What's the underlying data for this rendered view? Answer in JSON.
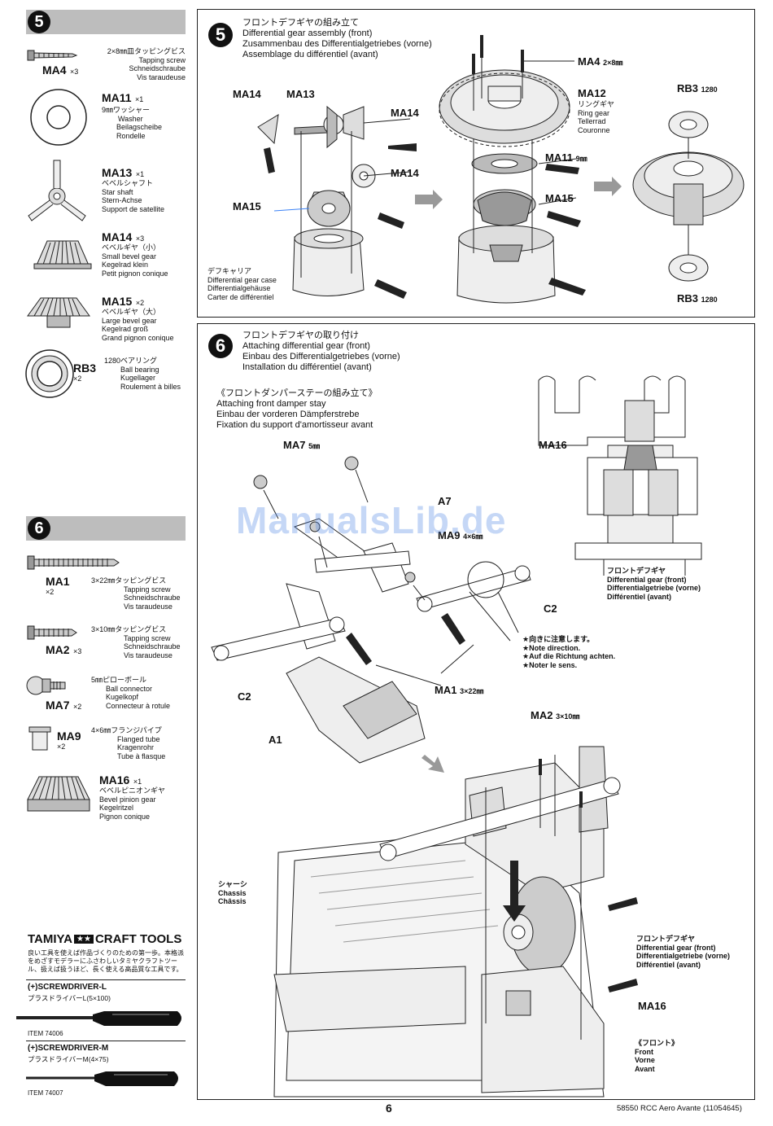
{
  "left_column": {
    "step5": {
      "number": "5",
      "parts": [
        {
          "code": "MA4",
          "qty": "×3",
          "jp": "2×8㎜皿タッピングビス",
          "en": "Tapping screw",
          "de": "Schneidschraube",
          "fr": "Vis taraudeuse"
        },
        {
          "code": "MA11",
          "qty": "×1",
          "jp": "9㎜ワッシャー",
          "en": "Washer",
          "de": "Beilagscheibe",
          "fr": "Rondelle"
        },
        {
          "code": "MA13",
          "qty": "×1",
          "jp": "ベベルシャフト",
          "en": "Star shaft",
          "de": "Stern-Achse",
          "fr": "Support de satellite"
        },
        {
          "code": "MA14",
          "qty": "×3",
          "jp": "ベベルギヤ（小）",
          "en": "Small bevel gear",
          "de": "Kegelrad klein",
          "fr": "Petit pignon conique"
        },
        {
          "code": "MA15",
          "qty": "×2",
          "jp": "ベベルギヤ（大）",
          "en": "Large bevel gear",
          "de": "Kegelrad groß",
          "fr": "Grand pignon conique"
        },
        {
          "code": "RB3",
          "qty": "×2",
          "jp": "1280ベアリング",
          "en": "Ball bearing",
          "de": "Kugellager",
          "fr": "Roulement à billes"
        }
      ]
    },
    "step6": {
      "number": "6",
      "parts": [
        {
          "code": "MA1",
          "qty": "×2",
          "jp": "3×22㎜タッピングビス",
          "en": "Tapping screw",
          "de": "Schneidschraube",
          "fr": "Vis taraudeuse"
        },
        {
          "code": "MA2",
          "qty": "×3",
          "jp": "3×10㎜タッピングビス",
          "en": "Tapping screw",
          "de": "Schneidschraube",
          "fr": "Vis taraudeuse"
        },
        {
          "code": "MA7",
          "qty": "×2",
          "jp": "5㎜ピローボール",
          "en": "Ball connector",
          "de": "Kugelkopf",
          "fr": "Connecteur à rotule"
        },
        {
          "code": "MA9",
          "qty": "×2",
          "jp": "4×6㎜フランジパイプ",
          "en": "Flanged tube",
          "de": "Kragenrohr",
          "fr": "Tube à flasque"
        },
        {
          "code": "MA16",
          "qty": "×1",
          "jp": "ベベルピニオンギヤ",
          "en": "Bevel pinion gear",
          "de": "Kegelritzel",
          "fr": "Pignon conique"
        }
      ]
    },
    "tools": {
      "brand": "TAMIYA",
      "brand_suffix": "CRAFT TOOLS",
      "jp_text_1": "良い工具を使えば作品づくりのための第一歩。本格派",
      "jp_text_2": "をめざすモデラーにふさわしいタミヤクラフトツー",
      "jp_text_3": "ル、扱えば扱うほど、長く使える高品質な工具です。",
      "tool1_name": "(+)SCREWDRIVER-L",
      "tool1_jp": "プラスドライバーL(5×100)",
      "tool1_item": "ITEM 74006",
      "tool2_name": "(+)SCREWDRIVER-M",
      "tool2_jp": "プラスドライバーM(4×75)",
      "tool2_item": "ITEM 74007"
    }
  },
  "step5_panel": {
    "number": "5",
    "title_jp": "フロントデフギヤの組み立て",
    "title_en": "Differential gear assembly (front)",
    "title_de": "Zusammenbau des Differentialgetriebes (vorne)",
    "title_fr": "Assemblage du différentiel (avant)",
    "callouts": {
      "ma14_a": "MA14",
      "ma13": "MA13",
      "ma14_b": "MA14",
      "ma14_c": "MA14",
      "ma15_a": "MA15",
      "ma4": "MA4",
      "ma4_size": "2×8㎜",
      "ma12": "MA12",
      "ma12_jp": "リングギヤ",
      "ma12_en": "Ring gear",
      "ma12_de": "Tellerrad",
      "ma12_fr": "Couronne",
      "ma11": "MA11",
      "ma11_size": "9㎜",
      "ma15_b": "MA15",
      "rb3_top": "RB3",
      "rb3_top_num": "1280",
      "rb3_bottom": "RB3",
      "rb3_bottom_num": "1280"
    },
    "case_label": {
      "jp": "デフキャリア",
      "en": "Differential gear case",
      "de": "Differentialgehäuse",
      "fr": "Carter de différentiel"
    }
  },
  "step6_panel": {
    "number": "6",
    "title_jp": "フロントデフギヤの取り付け",
    "title_en": "Attaching differential gear (front)",
    "title_de": "Einbau des Differentialgetriebes (vorne)",
    "title_fr": "Installation du différentiel (avant)",
    "sub_jp": "《フロントダンパーステーの組み立て》",
    "sub_en": "Attaching front damper stay",
    "sub_de": "Einbau der vorderen Dämpferstrebe",
    "sub_fr": "Fixation du support d'amortisseur avant",
    "callouts": {
      "ma7": "MA7",
      "ma7_size": "5㎜",
      "a7": "A7",
      "ma9": "MA9",
      "ma9_size": "4×6㎜",
      "c2_right": "C2",
      "c2_left": "C2",
      "ma1": "MA1",
      "ma1_size": "3×22㎜",
      "a1": "A1",
      "ma16_top": "MA16",
      "ma2": "MA2",
      "ma2_size": "3×10㎜",
      "ma16_bottom": "MA16"
    },
    "note": {
      "jp": "★向きに注意します。",
      "en": "★Note direction.",
      "de": "★Auf die Richtung achten.",
      "fr": "★Noter le sens."
    },
    "diff_label_top": {
      "jp": "フロントデフギヤ",
      "en": "Differential gear (front)",
      "de": "Differentialgetriebe (vorne)",
      "fr": "Différentiel (avant)"
    },
    "chassis_label": {
      "jp": "シャーシ",
      "en": "Chassis",
      "fr": "Châssis"
    },
    "diff_label_bottom": {
      "jp": "フロントデフギヤ",
      "en": "Differential gear (front)",
      "de": "Differentialgetriebe (vorne)",
      "fr": "Différentiel (avant)"
    },
    "front_label": {
      "jp": "《フロント》",
      "en": "Front",
      "de": "Vorne",
      "fr": "Avant"
    }
  },
  "watermark": "ManualsLib.de",
  "footer": {
    "page_number": "6",
    "model": "58550 RCC Aero Avante (11054645)"
  }
}
